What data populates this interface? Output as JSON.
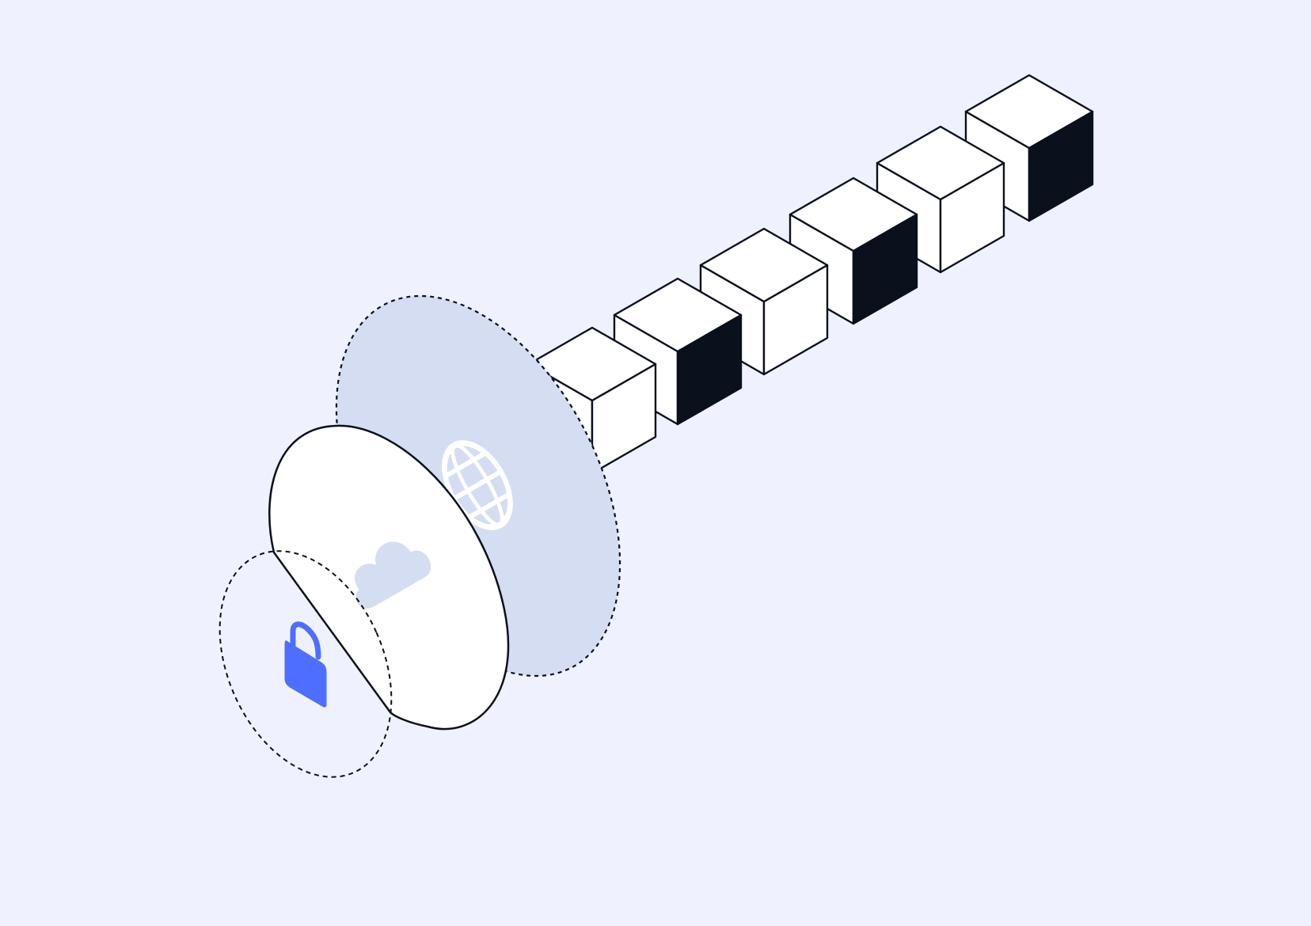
{
  "illustration": {
    "colors": {
      "background": "#EFF2FE",
      "outline": "#0A101C",
      "face": "#FFFFFF",
      "dark_face": "#0A101C",
      "back_disc_fill": "#D5DDF2",
      "cloud": "#D5DDF2",
      "globe": "#FFFFFF",
      "lock": "#4E6EFF"
    },
    "layers": [
      {
        "name": "network-layer",
        "outline": "dotted",
        "icon": "globe-icon"
      },
      {
        "name": "cloud-layer",
        "outline": "solid",
        "icon": "cloud-icon"
      },
      {
        "name": "security-layer",
        "outline": "dashed",
        "icon": "lock-icon"
      }
    ],
    "blocks": [
      {
        "side_face": "light"
      },
      {
        "side_face": "dark"
      },
      {
        "side_face": "light"
      },
      {
        "side_face": "dark"
      },
      {
        "side_face": "light"
      },
      {
        "side_face": "dark"
      }
    ]
  }
}
